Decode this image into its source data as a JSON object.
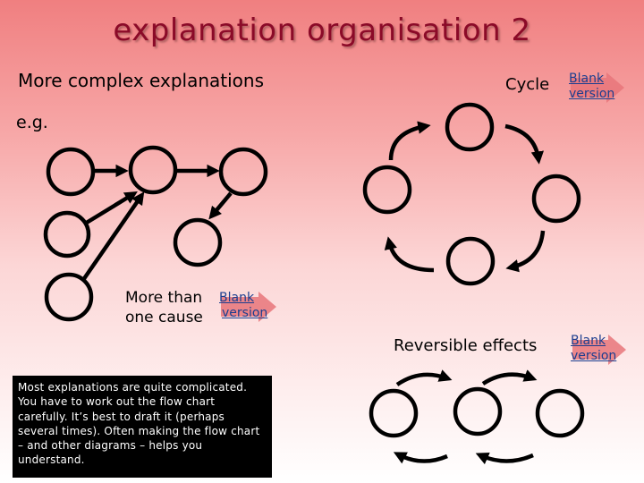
{
  "title": "explanation organisation 2",
  "subtitle": "More complex explanations",
  "example_label": "e.g.",
  "cycle": {
    "label": "Cycle",
    "blank_line1": "Blank",
    "blank_line2": "version"
  },
  "more_than_one_cause": {
    "line1": "More than",
    "line2": "one cause",
    "blank_line1": "Blank",
    "blank_line2": "version"
  },
  "reversible": {
    "label": "Reversible effects",
    "blank_line1": "Blank",
    "blank_line2": "version"
  },
  "note": "Most explanations are quite complicated. You have to work out the flow chart carefully. It’s best to draft it (perhaps several times). Often making the flow chart – and other diagrams – helps you understand.",
  "colors": {
    "title": "#8b0a28",
    "link": "#1d3e8f",
    "blank_arrow": "#e8757a"
  }
}
